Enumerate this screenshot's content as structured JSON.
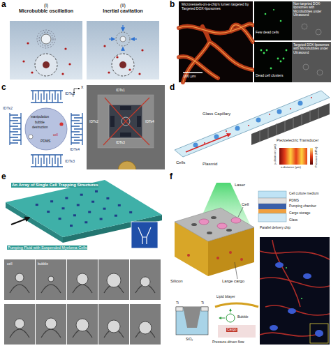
{
  "diagram": {
    "nodes": [
      {
        "text": [
          "(i)",
          "Microbubble oscillation"
        ]
      },
      {
        "text": [
          "(ii)",
          "Inertial cavitation"
        ]
      }
    ],
    "labels": [
      "a",
      "b",
      "c",
      "d",
      "e",
      "f",
      "Microvessels-on-a-chip's lumen targeted by Targeted DOX-liposomes",
      "100 μm",
      "Non-targeted DOX-liposomes with Microbubbles under Ultrasound",
      "Few dead cells",
      "Targeted DOX-liposomes with Microbubbles under Ultrasound",
      "Dead cell clusters",
      "IDTs1",
      "IDTs2",
      "IDTs3",
      "IDTs4",
      "X",
      "Y",
      "manipulation",
      "bubble",
      "destruction",
      "cell",
      "PDMS",
      "IDTs1",
      "IDTs2",
      "IDTs3",
      "IDTs4",
      "Glass Capillary",
      "Piezoelectric Transducer",
      "Cells",
      "Plasmid",
      "Pressure (MPa)",
      "x-distance (μm)",
      "y-distance (μm)",
      "An Array of Single Cell Trapping Structures",
      "Pumping Fluid with Suspended Myeloma Cells",
      "bubble",
      "cell",
      "Laser",
      "Cell",
      "Large cargo",
      "Silicon",
      "Ti",
      "Ti",
      "SiO₂",
      "Lipid bilayer",
      "Bubble",
      "Cargo",
      "Pressure-driven flow",
      "PDMS",
      "Cell culture medium",
      "Glass",
      "Pumping chamber",
      "Cargo storage",
      "Parallel delivery chip"
    ]
  }
}
